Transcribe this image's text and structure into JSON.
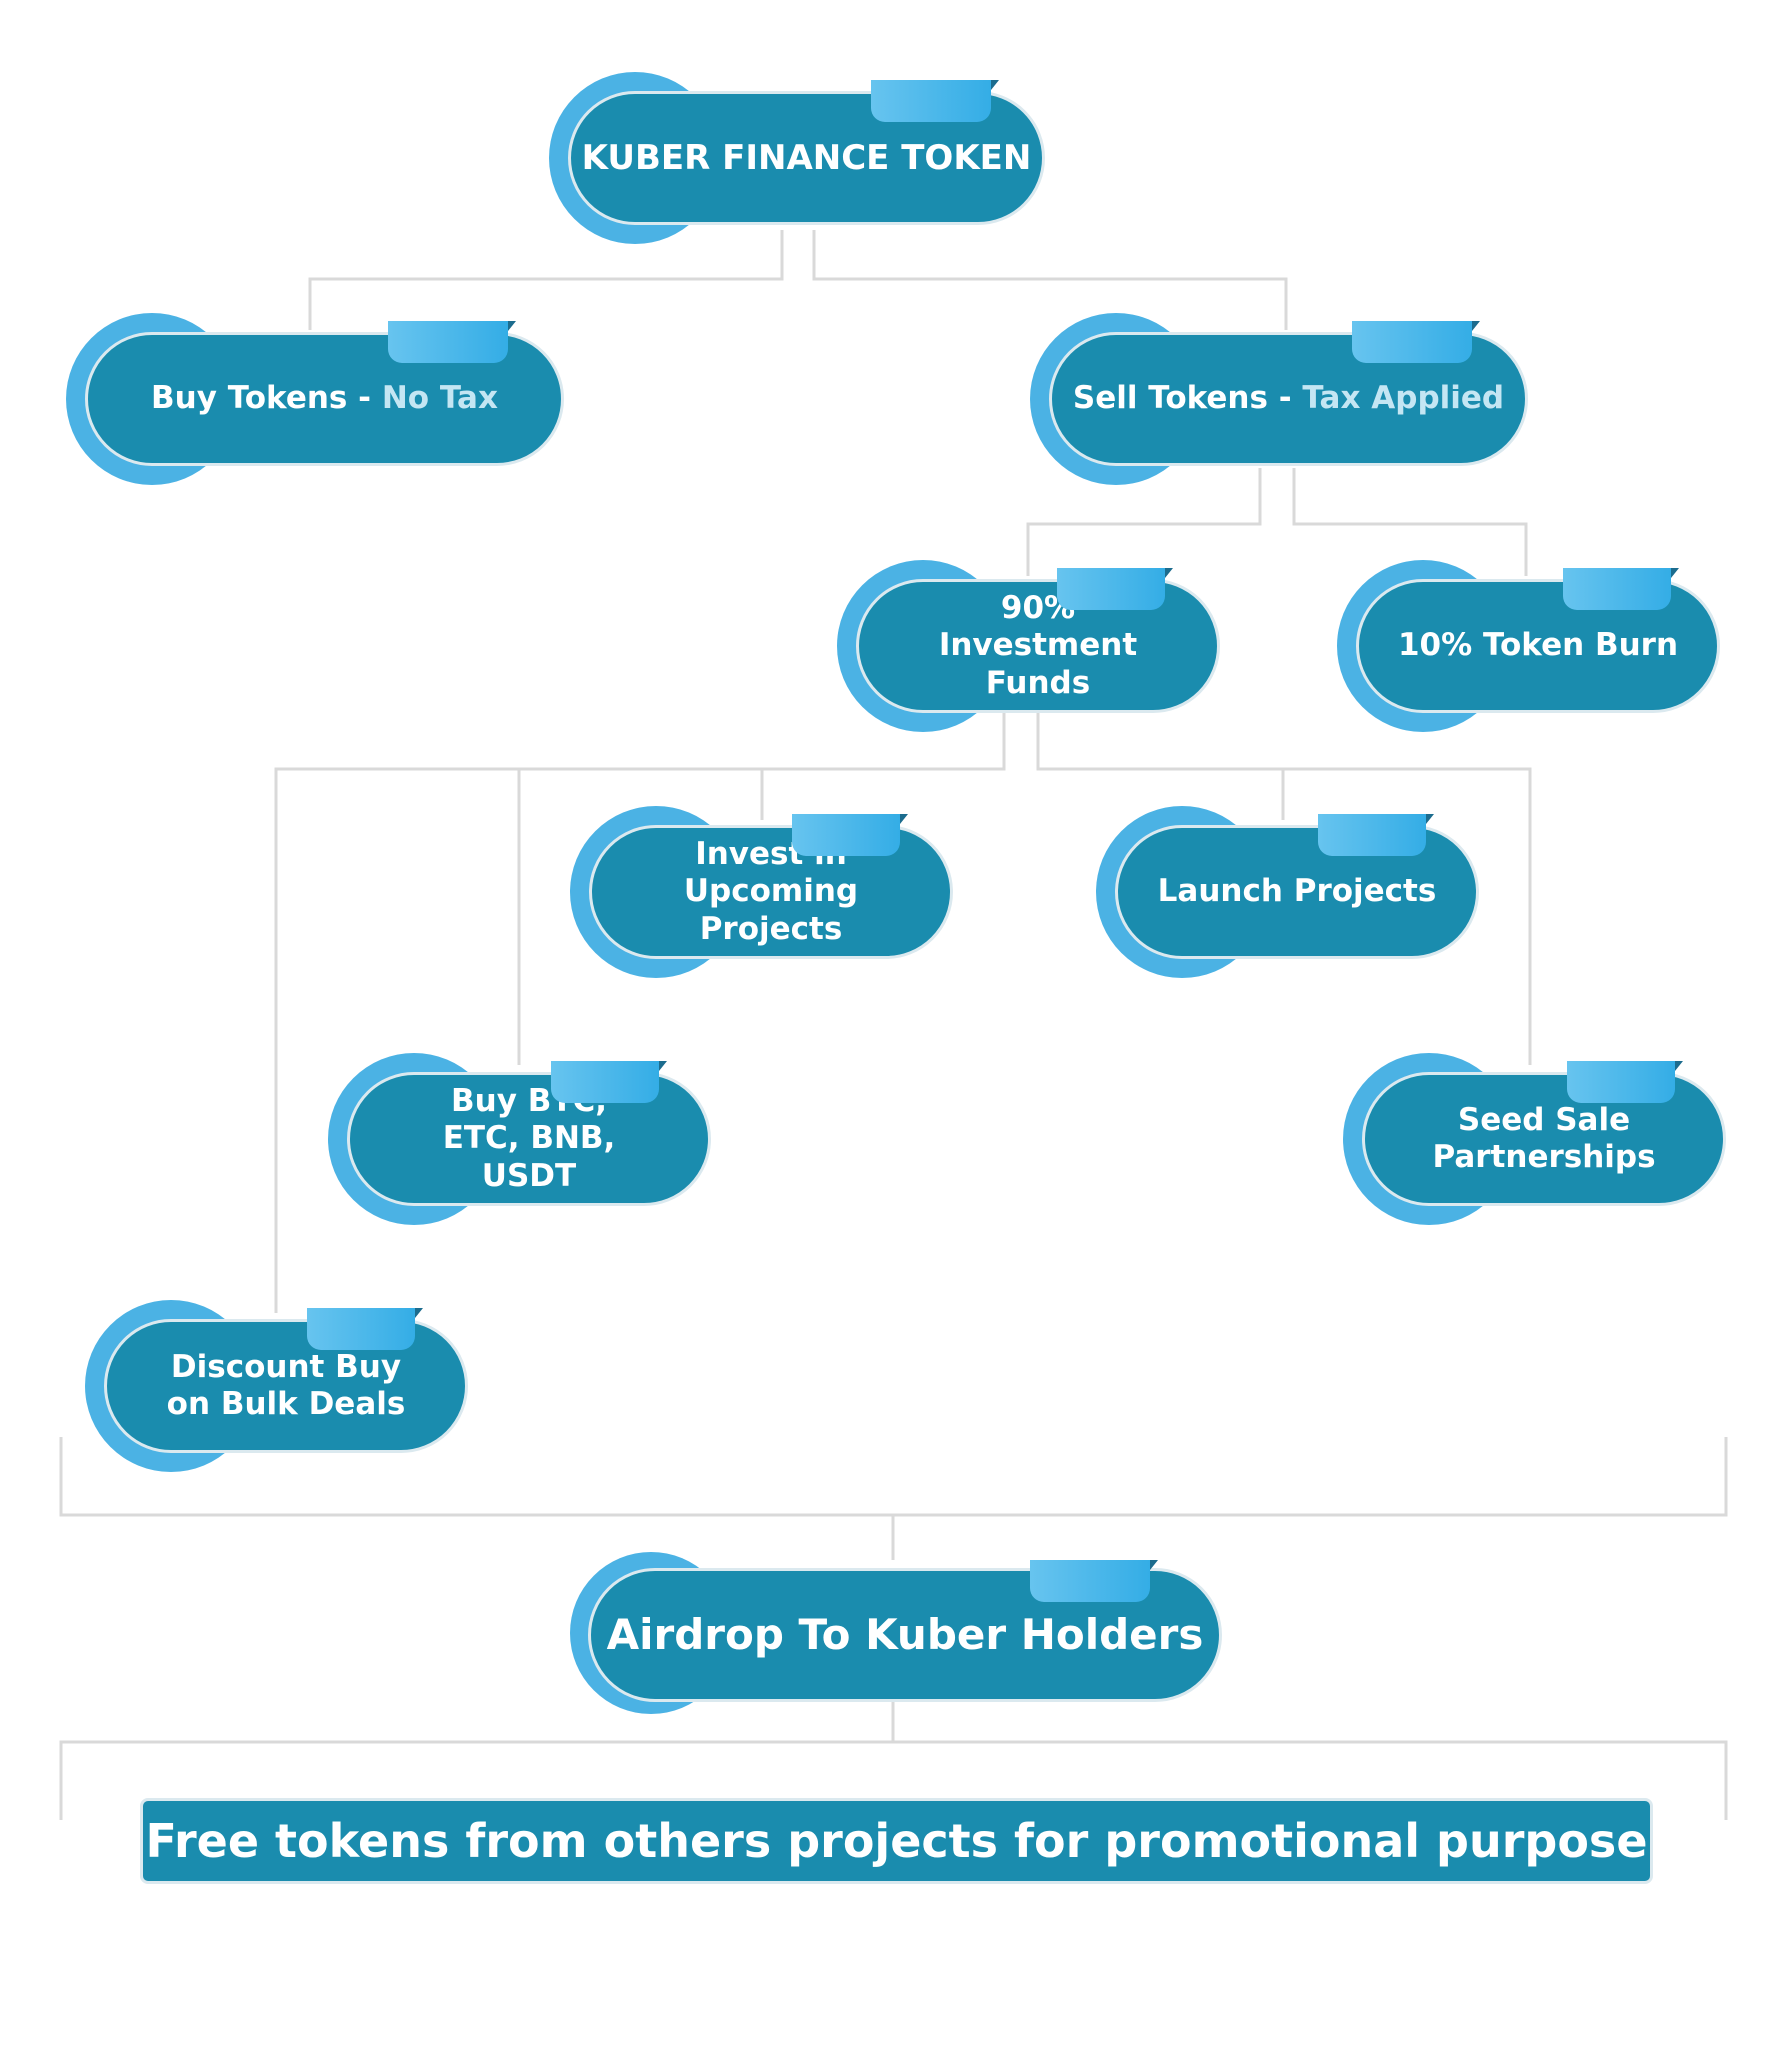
{
  "root": {
    "label": "KUBER FINANCE TOKEN"
  },
  "buy": {
    "label": "Buy Tokens",
    "separator": " - ",
    "note": "No Tax"
  },
  "sell": {
    "label": "Sell Tokens",
    "separator": " - ",
    "note": "Tax Applied"
  },
  "investment": {
    "label": "90% Investment Funds"
  },
  "burn": {
    "label": "10% Token Burn"
  },
  "upcoming": {
    "label": "Invest in Upcoming Projects"
  },
  "launch": {
    "label": "Launch Projects"
  },
  "crypto": {
    "label": "Buy BTC, ETC, BNB, USDT"
  },
  "seed": {
    "label": "Seed Sale Partnerships"
  },
  "discount": {
    "label": "Discount Buy on Bulk Deals"
  },
  "airdrop": {
    "label": "Airdrop To Kuber Holders"
  },
  "footer": {
    "label": "Free tokens from others projects for promotional purpose"
  },
  "colors": {
    "node_fill": "#1a8cae",
    "accent": "#4bb2e4",
    "connector": "#d9d9d9"
  }
}
